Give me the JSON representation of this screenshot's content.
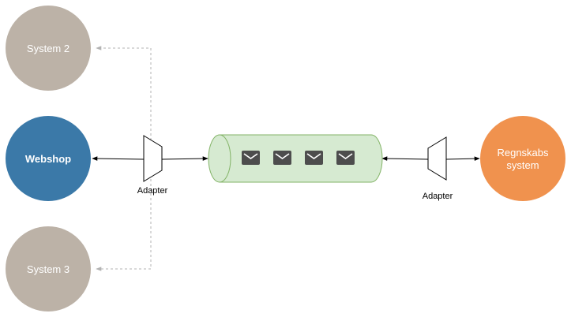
{
  "nodes": {
    "system2": {
      "label": "System 2",
      "color": "#bcb2a7"
    },
    "webshop": {
      "label": "Webshop",
      "color": "#3b79a8"
    },
    "system3": {
      "label": "System 3",
      "color": "#bcb2a7"
    },
    "regnskabs": {
      "label_line1": "Regnskabs",
      "label_line2": "system",
      "color": "#f0924e"
    }
  },
  "adapters": {
    "left": {
      "label": "Adapter"
    },
    "right": {
      "label": "Adapter"
    }
  },
  "queue": {
    "fill": "#d6ead1",
    "stroke": "#82b366",
    "message_icon": "envelope-icon",
    "message_count": 4
  },
  "connector_colors": {
    "solid": "#000000",
    "dashed": "#b3b3b3"
  }
}
